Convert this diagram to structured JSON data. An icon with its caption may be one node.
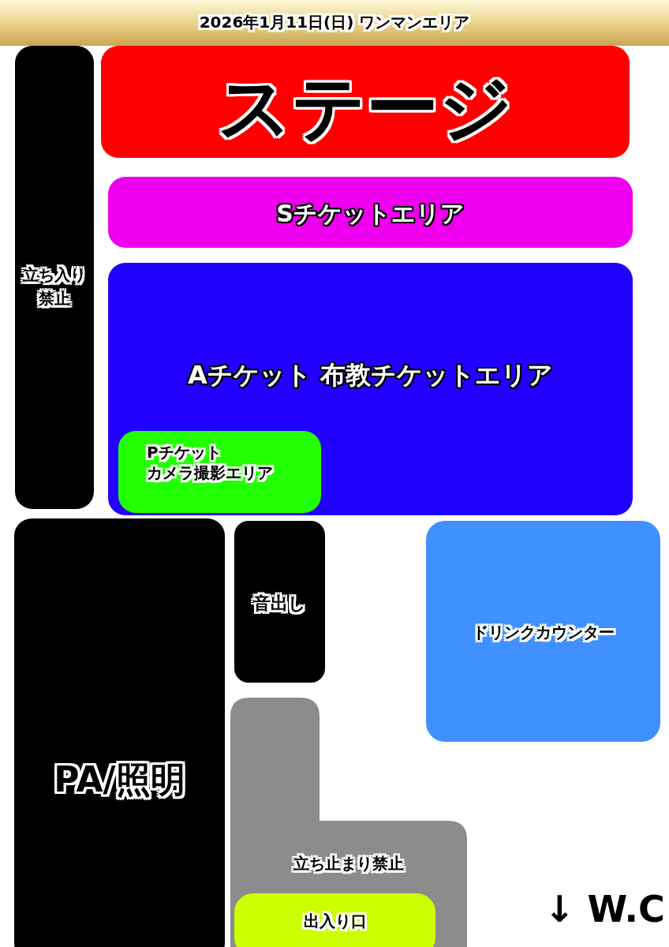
{
  "diagram": {
    "title": "2026年1月11日(日) ワンマンエリア",
    "nodes": [
      {
        "text": [
          "ステージ"
        ]
      },
      {
        "text": [
          "Sチケットエリア"
        ]
      },
      {
        "text": [
          "Aチケット 布教チケットエリア"
        ]
      },
      {
        "text": [
          "Pチケット",
          "カメラ撮影エリア"
        ],
        "in": 2
      },
      {
        "text": [
          "立ち入り禁止"
        ]
      },
      {
        "text": [
          "PA/照明"
        ]
      },
      {
        "text": [
          "音出し"
        ]
      },
      {
        "text": [
          "ドリンクカウンター"
        ]
      },
      {
        "text": [
          "立ち止まり禁止"
        ]
      },
      {
        "text": [
          "出入り口"
        ],
        "in": 8
      }
    ],
    "labels": [
      "↓ W.C"
    ]
  }
}
